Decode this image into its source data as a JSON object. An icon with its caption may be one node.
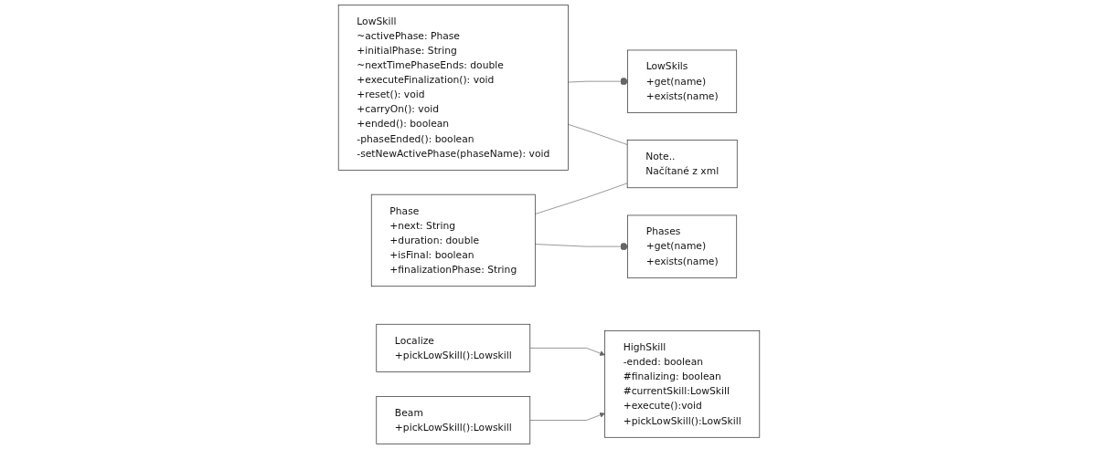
{
  "diagram": {
    "nodes": [
      {
        "text": [
          "LowSkils",
          "+get(name)",
          "+exists(name)"
        ]
      },
      {
        "text": [
          "LowSkill",
          "~activePhase: Phase",
          "+initialPhase: String",
          "~nextTimePhaseEnds: double",
          "+executeFinalization(): void",
          "+reset(): void",
          "+carryOn(): void",
          "+ended(): boolean",
          "-phaseEnded(): boolean",
          "-setNewActivePhase(phaseName): void"
        ]
      },
      {
        "text": [
          "HighSkill",
          "-ended: boolean",
          "#finalizing: boolean",
          "#currentSkill:LowSkill",
          "+execute():void",
          "+pickLowSkill():LowSkill"
        ]
      },
      {
        "text": [
          "Beam",
          "+pickLowSkill():Lowskill"
        ]
      },
      {
        "text": [
          "Localize",
          "+pickLowSkill():Lowskill"
        ]
      },
      {
        "text": [
          "Phases",
          "+get(name)",
          "+exists(name)"
        ]
      },
      {
        "text": [
          "Phase",
          "+next: String",
          "+duration: double",
          "+isFinal: boolean",
          "+finalizationPhase: String"
        ]
      },
      {
        "text": [
          "Note..",
          "Načítané z xml"
        ]
      }
    ],
    "edges": [
      {
        "from": 1,
        "to": 0,
        "arrow": "other"
      },
      {
        "from": 3,
        "to": 2,
        "arrow": "to"
      },
      {
        "from": 4,
        "to": 2,
        "arrow": "to"
      },
      {
        "from": 6,
        "to": 5,
        "arrow": "other"
      },
      {
        "from": 6,
        "to": 7,
        "arrow": "none"
      },
      {
        "from": 1,
        "to": 7,
        "arrow": "none"
      }
    ]
  }
}
